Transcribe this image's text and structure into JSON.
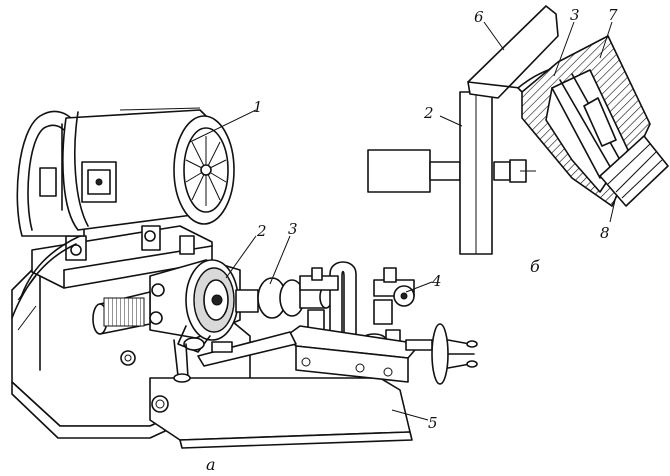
{
  "panels": [
    {
      "id": "a",
      "label": "а"
    },
    {
      "id": "b",
      "label": "б"
    }
  ],
  "callouts_a": [
    "1",
    "2",
    "3",
    "4",
    "5"
  ],
  "callouts_b": [
    "2",
    "3",
    "6",
    "7",
    "8"
  ]
}
